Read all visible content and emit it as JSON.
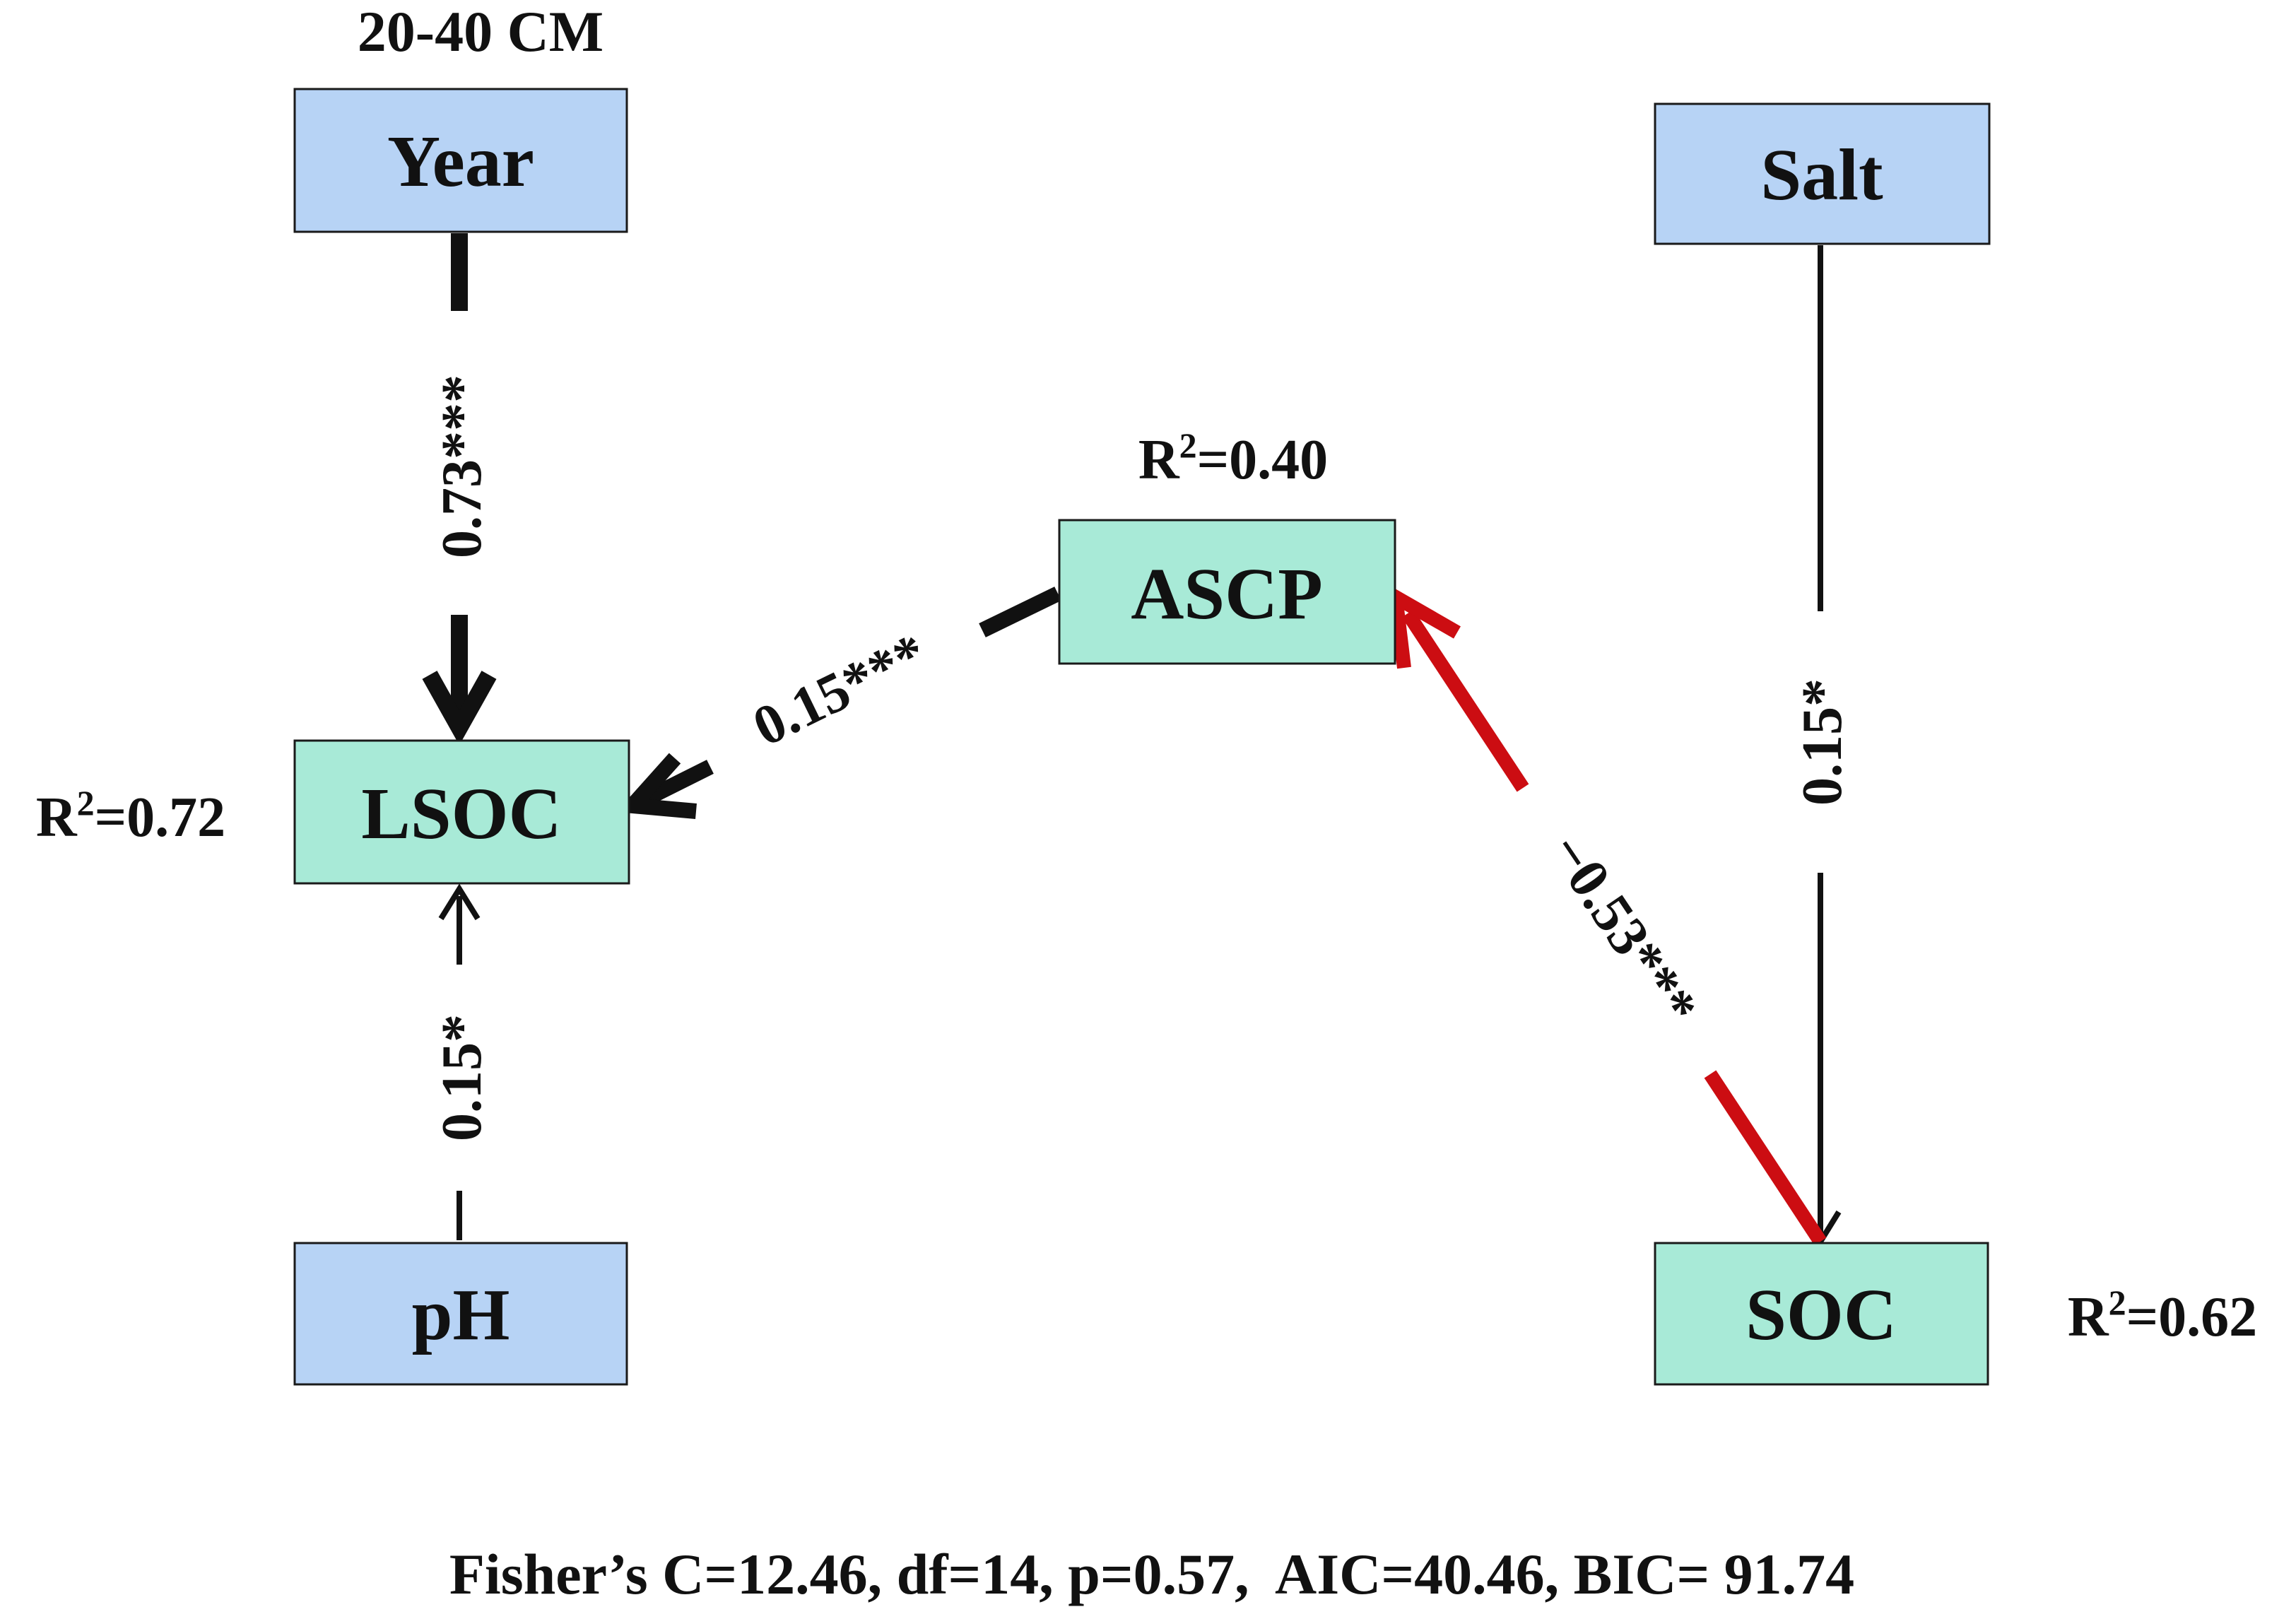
{
  "title": "20-40 CM",
  "colors": {
    "exogenous_fill": "#b7d3f5",
    "endogenous_fill": "#a8ead7",
    "box_border": "#1a1a1a",
    "positive_path": "#111111",
    "negative_path": "#cc0d12"
  },
  "nodes": {
    "year": {
      "label": "Year",
      "type": "exogenous"
    },
    "salt": {
      "label": "Salt",
      "type": "exogenous"
    },
    "ascp": {
      "label": "ASCP",
      "type": "endogenous",
      "r2_prefix": "R",
      "r2_sup": "2",
      "r2_value": "=0.40"
    },
    "lsoc": {
      "label": "LSOC",
      "type": "endogenous",
      "r2_prefix": "R",
      "r2_sup": "2",
      "r2_value": "=0.72"
    },
    "ph": {
      "label": "pH",
      "type": "exogenous"
    },
    "soc": {
      "label": "SOC",
      "type": "endogenous",
      "r2_prefix": "R",
      "r2_sup": "2",
      "r2_value": "=0.62"
    }
  },
  "paths": {
    "year_to_lsoc": {
      "from": "Year",
      "to": "LSOC",
      "coefficient": "0.73***",
      "sign": "positive"
    },
    "ascp_to_lsoc": {
      "from": "ASCP",
      "to": "LSOC",
      "coefficient": "0.15***",
      "sign": "positive"
    },
    "ph_to_lsoc": {
      "from": "pH",
      "to": "LSOC",
      "coefficient": "0.15*",
      "sign": "positive"
    },
    "salt_to_soc": {
      "from": "Salt",
      "to": "SOC",
      "coefficient": "0.15*",
      "sign": "positive"
    },
    "soc_to_ascp": {
      "from": "SOC",
      "to": "ASCP",
      "coefficient": "−0.53***",
      "sign": "negative"
    }
  },
  "fit_statistics": "Fisher’s C=12.46, df=14, p=0.57,  AIC=40.46, BIC= 91.74"
}
